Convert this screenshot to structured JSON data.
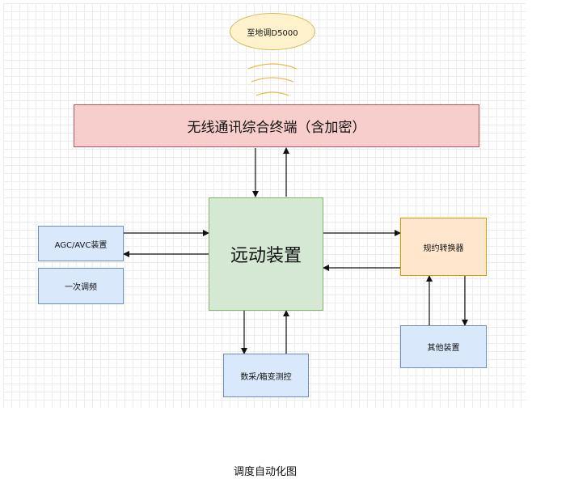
{
  "diagram": {
    "satellite": {
      "label": "至地调D5000",
      "fill": "#fff2cc",
      "stroke": "#d6b656"
    },
    "terminal": {
      "label": "无线通讯综合终端（含加密）",
      "fill": "#f8cecc",
      "stroke": "#b85450"
    },
    "rtu": {
      "label": "远动装置",
      "fill": "#d5e8d4",
      "stroke": "#82b366"
    },
    "agc": {
      "label": "AGC/AVC装置",
      "fill": "#dae8fc",
      "stroke": "#6c8ebf"
    },
    "primary_freq": {
      "label": "一次调频",
      "fill": "#dae8fc",
      "stroke": "#6c8ebf"
    },
    "protocol_converter": {
      "label": "规约转换器",
      "fill": "#ffe6cc",
      "stroke": "#d79b00"
    },
    "other_devices": {
      "label": "其他装置",
      "fill": "#dae8fc",
      "stroke": "#6c8ebf"
    },
    "data_acq": {
      "label": "数采/箱变测控",
      "fill": "#dae8fc",
      "stroke": "#6c8ebf"
    },
    "signal_color": "#f0b84c",
    "arrow_color": "#111111"
  },
  "caption": "调度自动化图"
}
